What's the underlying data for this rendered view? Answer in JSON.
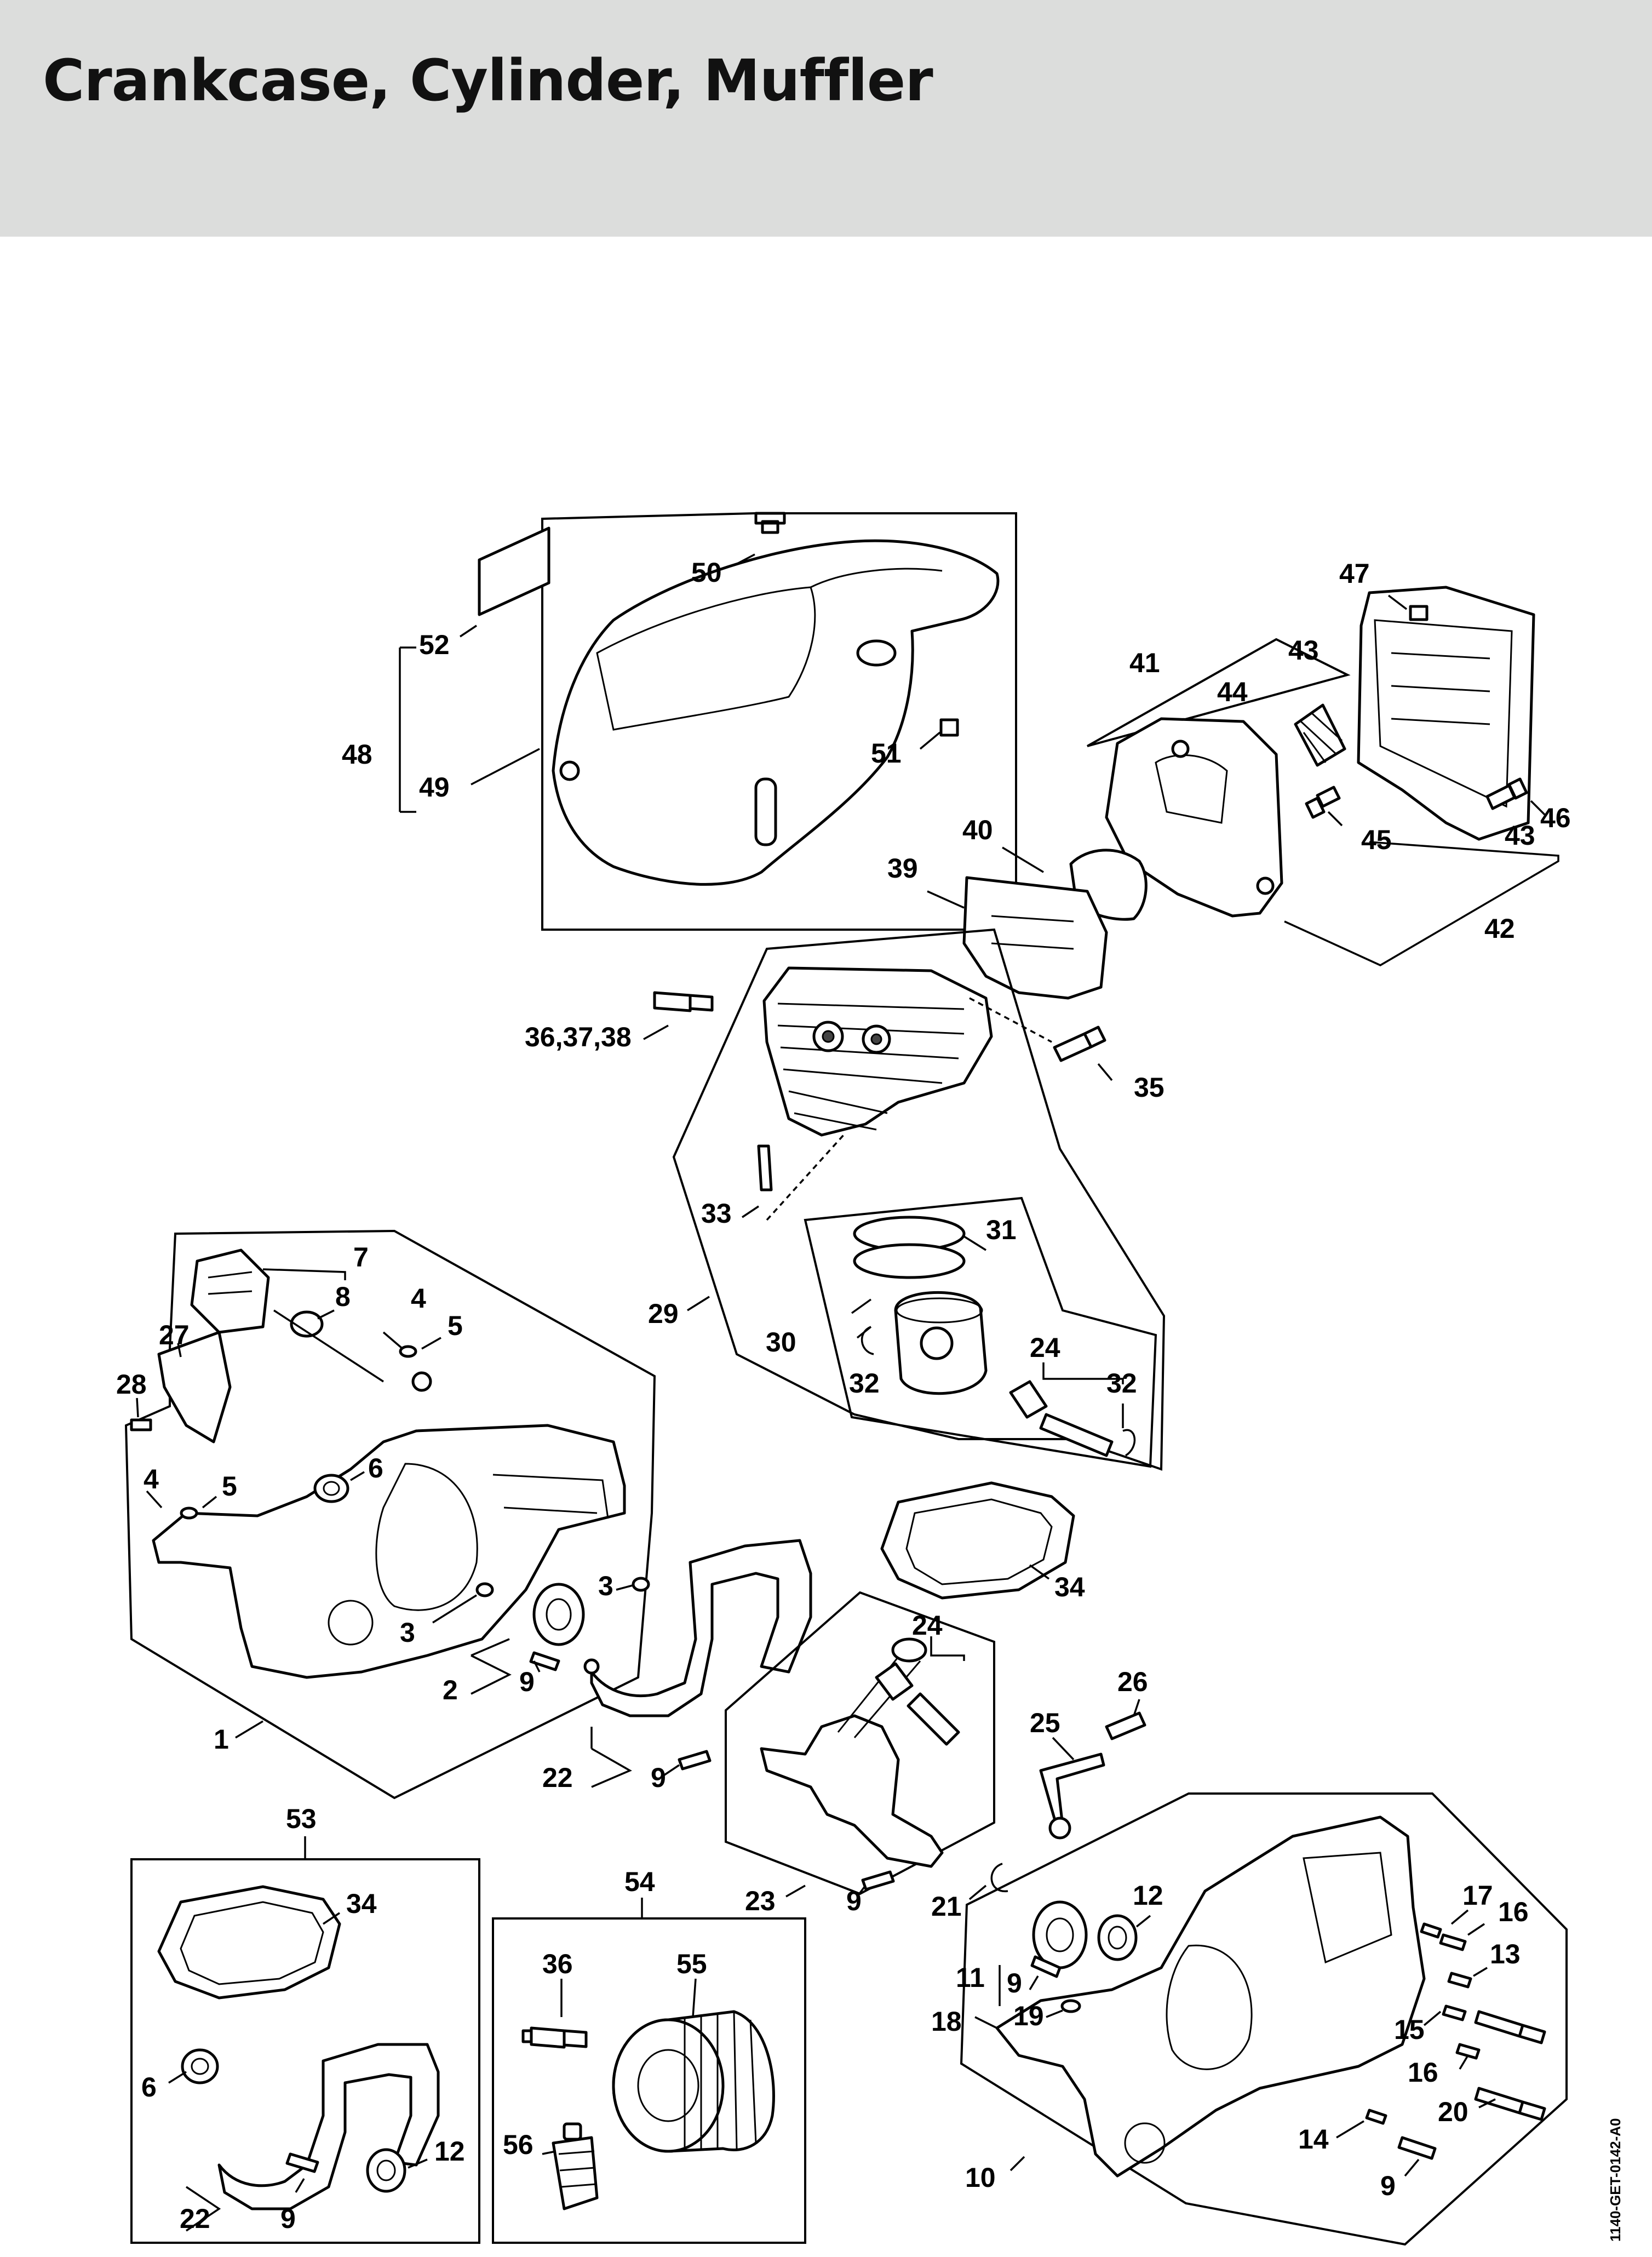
{
  "page": {
    "title": "Crankcase, Cylinder, Muffler"
  },
  "drawing_code": "1140-GET-0142-A0",
  "callouts": {
    "c1": "1",
    "c2": "2",
    "c3a": "3",
    "c3b": "3",
    "c4a": "4",
    "c4b": "4",
    "c5a": "5",
    "c5b": "5",
    "c6a": "6",
    "c6b": "6",
    "c7": "7",
    "c8": "8",
    "c9a": "9",
    "c9b": "9",
    "c9c": "9",
    "c9d": "9",
    "c9e": "9",
    "c9f": "9",
    "c10": "10",
    "c11": "11",
    "c12a": "12",
    "c12b": "12",
    "c13": "13",
    "c14": "14",
    "c15": "15",
    "c16a": "16",
    "c16b": "16",
    "c17": "17",
    "c18": "18",
    "c19": "19",
    "c20": "20",
    "c21": "21",
    "c22a": "22",
    "c22b": "22",
    "c23": "23",
    "c24a": "24",
    "c24b": "24",
    "c25": "25",
    "c26": "26",
    "c27": "27",
    "c28": "28",
    "c29": "29",
    "c30": "30",
    "c31": "31",
    "c32a": "32",
    "c32b": "32",
    "c33": "33",
    "c34a": "34",
    "c34b": "34",
    "c35": "35",
    "c36": "36",
    "c363738": "36,37,38",
    "c39": "39",
    "c40": "40",
    "c41": "41",
    "c42": "42",
    "c43a": "43",
    "c43b": "43",
    "c44": "44",
    "c45": "45",
    "c46": "46",
    "c47": "47",
    "c48": "48",
    "c49": "49",
    "c50": "50",
    "c51": "51",
    "c52": "52",
    "c53": "53",
    "c54": "54",
    "c55": "55",
    "c56": "56"
  }
}
